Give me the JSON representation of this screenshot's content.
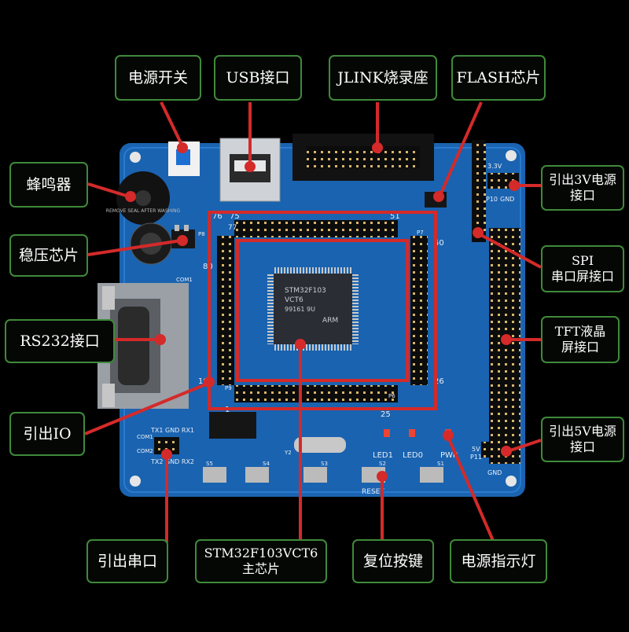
{
  "labels": {
    "power_switch": "电源开关",
    "usb": "USB接口",
    "jlink": "JLINK烧录座",
    "flash": "FLASH芯片",
    "buzzer": "蜂鸣器",
    "regulator": "稳压芯片",
    "rs232": "RS232接口",
    "io": "引出IO",
    "out3v": "引出3V电源\n接口",
    "spi": "SPI\n串口屏接口",
    "tft": "TFT液晶\n屏接口",
    "out5v": "引出5V电源\n接口",
    "uart": "引出串口",
    "mcu": "STM32F103VCT6\n主芯片",
    "reset": "复位按键",
    "power_led": "电源指示灯"
  },
  "board": {
    "chip_line1": "STM32F103",
    "chip_line2": "VCT6",
    "chip_line3": "99161 9U",
    "chip_brand": "ARM",
    "pin_76": "76",
    "pin_75": "75",
    "pin_51": "51",
    "pin_50": "50",
    "pin_77": "77",
    "pin_80": "80",
    "pin_100": "100",
    "pin_1": "1",
    "pin_25": "25",
    "pin_26": "26",
    "v33": "3.3V",
    "gnd": "GND",
    "v5": "5V",
    "com1": "COM1",
    "com2": "COM2",
    "tx1gnd": "TX1 GND RX1",
    "tx2gnd": "TX2 GND RX2",
    "led1": "LED1",
    "led0": "LED0",
    "pwr": "PWR",
    "reset_text": "RESET",
    "buzzer_text": "REMOVE SEAL AFTER WASHING",
    "s5": "S5",
    "s4": "S4",
    "s3": "S3",
    "s2": "S2",
    "s1": "S1",
    "y2": "Y2",
    "p6": "P6",
    "p9": "P9",
    "p7": "P7",
    "p8": "P8",
    "p10": "P10",
    "p11": "P11"
  },
  "colors": {
    "pcb": "#1a63b0",
    "pcb_dark": "#11467f",
    "frame": "#d42a2a",
    "pointer": "#d42a2a",
    "label_border": "#3f8a3a",
    "header": "#111111",
    "silk": "#e8eef6"
  }
}
